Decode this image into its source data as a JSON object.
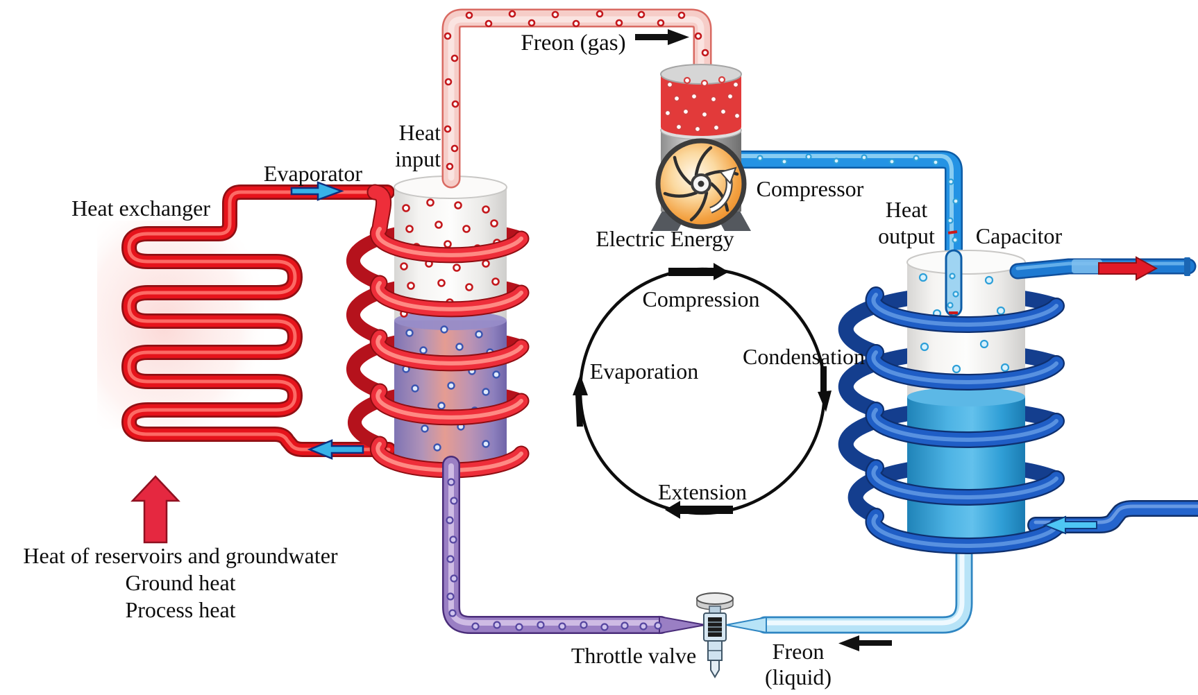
{
  "labels": {
    "heat_exchanger": "Heat exchanger",
    "evaporator": "Evaporator",
    "heat_input_line1": "Heat",
    "heat_input_line2": "input",
    "freon_gas": "Freon (gas)",
    "compressor": "Compressor",
    "electric_energy": "Electric Energy",
    "cycle": {
      "top": "Compression",
      "left": "Evaporation",
      "right": "Condensation",
      "bottom": "Extension"
    },
    "heat_output_line1": "Heat",
    "heat_output_line2": "output",
    "capacitor": "Capacitor",
    "throttle_valve": "Throttle valve",
    "freon_liquid_line1": "Freon",
    "freon_liquid_line2": "(liquid)",
    "heat_sources": [
      "Heat of reservoirs and groundwater",
      "Ground heat",
      "Process heat"
    ]
  },
  "colors": {
    "pipe_red": "#e6131b",
    "pipe_pink_gas": "#f6cdc8",
    "pipe_blue": "#2493e4",
    "pipe_light_blue_liquid": "#b7e3f7",
    "pipe_purple": "#9a7fc4",
    "coil_red": "#ee2e3a",
    "coil_blue": "#1f5ec6",
    "condenser_liquid": "#2f9fd8",
    "evaporator_shell_bottom": "#8f83c0",
    "compressor_red": "#e23a3a",
    "fan_orange": "#ef8a1f",
    "arrow_red": "#e52840",
    "arrow_blue": "#38b2e8",
    "text": "#0d0d0d"
  }
}
